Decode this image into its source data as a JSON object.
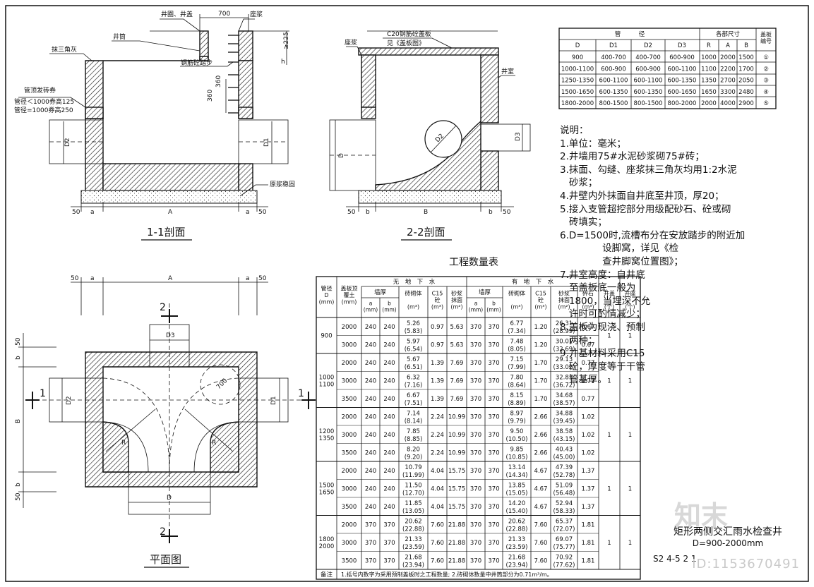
{
  "section11": {
    "title": "1-1剖面",
    "labels": {
      "manhole_cover": "井圈、井盖",
      "seat_mortar": "座浆",
      "shaft": "井筒",
      "triangle": "抹三角灰",
      "ladder": "钢筋砼踏步",
      "arch_title": "管顶发砖券",
      "arch_1": "管径＜1000券高125",
      "arch_2": "管径=1000券高250",
      "slurry": "原浆稳固",
      "dim_700": "700",
      "dim_225": "≥225",
      "dim_h": "h",
      "dim_360a": "360",
      "dim_360b": "360",
      "d2": "D2",
      "d1": "D1",
      "dim_50l": "50",
      "dim_a1": "a",
      "dim_A": "A",
      "dim_a2": "a",
      "dim_50r": "50"
    }
  },
  "section22": {
    "title": "2-2剖面",
    "labels": {
      "slab": "C20钢筋砼盖板",
      "slab_ref": "见《盖板图》",
      "seat_mortar": "座浆",
      "chamber": "井室",
      "d2": "D2",
      "d3": "D3",
      "d": "D",
      "dim_50l": "50",
      "dim_b1": "b",
      "dim_B": "B",
      "dim_b2": "b",
      "dim_50r": "50"
    }
  },
  "plan": {
    "title": "平面图",
    "labels": {
      "cut1l": "1",
      "cut1r": "1",
      "cut2t": "2",
      "cut2b": "2",
      "d3": "D3",
      "d2": "D2",
      "d1": "D1",
      "d": "D",
      "r1": "R",
      "r2": "R",
      "dim_700": "700",
      "dim_50a": "50",
      "dim_a1": "a",
      "dim_A": "A",
      "dim_a2": "a",
      "dim_50b": "50",
      "dim_B": "B",
      "dim_b1": "b",
      "dim_b2": "b",
      "dim_50c": "50",
      "dim_50d": "50"
    }
  },
  "sizes_table": {
    "h_pipe": "管　　　径",
    "h_size": "各部尺寸",
    "h_slab": "盖板\n编号",
    "cols": [
      "D",
      "D1",
      "D2",
      "D3",
      "R",
      "A",
      "B"
    ],
    "rows": [
      [
        "900",
        "400-700",
        "400-700",
        "600-900",
        "1000",
        "2000",
        "1500",
        "①"
      ],
      [
        "1000-1100",
        "600-900",
        "600-900",
        "600-1100",
        "1100",
        "2200",
        "1700",
        "②"
      ],
      [
        "1250-1350",
        "600-1100",
        "600-1100",
        "600-1350",
        "1350",
        "2700",
        "2050",
        "③"
      ],
      [
        "1500-1650",
        "600-1350",
        "600-1350",
        "600-1650",
        "1650",
        "3300",
        "2480",
        "④"
      ],
      [
        "1800-2000",
        "800-1500",
        "800-1500",
        "800-2000",
        "2000",
        "4000",
        "2900",
        "⑤"
      ]
    ]
  },
  "notes": [
    "说明：",
    "1.单位：毫米；",
    "2.井墙用75#水泥砂浆砌75#砖；",
    "3.抹面、勾缝、座浆抹三角灰均用1:2水泥",
    "   砂浆；",
    "4.井壁内外抹面自井底至井顶，厚20；",
    "5.接入支管超挖部分用级配砂石、砼或砌",
    "   砖填实；",
    "6.D=1500时,流槽布分在安放踏步的附近加",
    "              设脚窝，详见《检",
    "              查井脚窝位置图》；",
    "7.井室高度：自井底",
    "   至盖板底一般为",
    "   1800，当埋深不允",
    "   许时可酌情减少；",
    "8.盖板为现浇、预制",
    "   两种；",
    "9.井基材料采用C15",
    "   砼，厚度等于干管",
    "   管基厚。"
  ],
  "quantity_table": {
    "title": "工程数量表",
    "h_dia": "管径\nD\n(mm)",
    "h_cover": "盖板顶\n覆土\n(mm)",
    "h_nowater": "无　地　下　水",
    "h_water": "有　地　下　水",
    "h_wall": "墙厚",
    "h_a": "a\n(mm)",
    "h_b": "b\n(mm)",
    "h_brick": "砖砌体\n\n(m³)",
    "h_c15": "C15\n砼\n(m³)",
    "h_mortar": "砂浆\n抹面\n(m²)",
    "h_gravel": "碎石\n\n(m³)",
    "h_ring": "井盖\n\n(个)",
    "h_seat": "井座\n\n(个)",
    "groups": [
      {
        "d": "900",
        "rows": [
          [
            "2000",
            "240",
            "240",
            "5.26",
            "(5.83)",
            "0.97",
            "5.63",
            "370",
            "370",
            "6.77",
            "(7.34)",
            "1.20",
            "26.31",
            "(28.99)",
            "0.67"
          ],
          [
            "3000",
            "240",
            "240",
            "5.97",
            "(6.54)",
            "0.97",
            "5.63",
            "370",
            "370",
            "7.48",
            "(8.05)",
            "1.20",
            "30.01",
            "(32.69)",
            "0.67"
          ]
        ]
      },
      {
        "d": "1000\n1100",
        "rows": [
          [
            "2000",
            "240",
            "240",
            "5.67",
            "(6.51)",
            "1.39",
            "7.69",
            "370",
            "370",
            "7.15",
            "(7.99)",
            "1.70",
            "29.13",
            "(33.02)",
            "0.77"
          ],
          [
            "3000",
            "240",
            "240",
            "6.32",
            "(7.16)",
            "1.39",
            "7.69",
            "370",
            "370",
            "7.80",
            "(8.64)",
            "1.70",
            "32.83",
            "(36.72)",
            "0.77"
          ],
          [
            "3500",
            "240",
            "240",
            "6.67",
            "(7.51)",
            "1.39",
            "7.69",
            "370",
            "370",
            "8.15",
            "(8.89)",
            "1.70",
            "34.68",
            "(38.57)",
            "0.77"
          ]
        ]
      },
      {
        "d": "1200\n1350",
        "rows": [
          [
            "2000",
            "240",
            "240",
            "7.14",
            "(8.14)",
            "2.24",
            "10.99",
            "370",
            "370",
            "8.97",
            "(9.79)",
            "2.66",
            "34.88",
            "(39.45)",
            "1.02"
          ],
          [
            "3000",
            "240",
            "240",
            "7.85",
            "(8.85)",
            "2.24",
            "10.99",
            "370",
            "370",
            "9.50",
            "(10.50)",
            "2.66",
            "38.58",
            "(43.15)",
            "1.02"
          ],
          [
            "3500",
            "240",
            "240",
            "8.20",
            "(9.20)",
            "2.24",
            "10.99",
            "370",
            "370",
            "9.85",
            "(10.85)",
            "2.66",
            "40.43",
            "(45.00)",
            "1.02"
          ]
        ]
      },
      {
        "d": "1500\n1650",
        "rows": [
          [
            "2000",
            "240",
            "240",
            "10.79",
            "(11.99)",
            "4.04",
            "15.75",
            "370",
            "370",
            "13.14",
            "(14.34)",
            "4.67",
            "47.39",
            "(52.78)",
            "1.37"
          ],
          [
            "3000",
            "240",
            "240",
            "11.50",
            "(12.70)",
            "4.04",
            "15.75",
            "370",
            "370",
            "13.85",
            "(15.05)",
            "4.67",
            "51.09",
            "(56.48)",
            "1.37"
          ],
          [
            "3500",
            "240",
            "240",
            "11.85",
            "(13.05)",
            "4.04",
            "15.75",
            "370",
            "370",
            "14.20",
            "(15.40)",
            "4.67",
            "52.94",
            "(58.33)",
            "1.37"
          ]
        ]
      },
      {
        "d": "1800\n2000",
        "rows": [
          [
            "2000",
            "370",
            "370",
            "20.62",
            "(22.88)",
            "7.60",
            "21.88",
            "370",
            "370",
            "20.62",
            "(22.88)",
            "7.60",
            "65.37",
            "(72.07)",
            "1.81"
          ],
          [
            "3000",
            "370",
            "370",
            "21.33",
            "(23.59)",
            "7.60",
            "21.88",
            "370",
            "370",
            "21.33",
            "(23.59)",
            "7.60",
            "69.07",
            "(75.77)",
            "1.81"
          ],
          [
            "3500",
            "370",
            "370",
            "21.68",
            "(23.94)",
            "7.60",
            "21.88",
            "370",
            "370",
            "21.68",
            "(23.94)",
            "7.60",
            "70.92",
            "(77.62)",
            "1.81"
          ]
        ]
      }
    ],
    "ring_count": "1",
    "seat_count": "1",
    "footnote_label": "备注",
    "footnote": "1.括号内数字为采用预制盖板时之工程数量; 2.砖砌体数量中井筒部分为0.71m³/m。"
  },
  "title_block": {
    "title": "矩形两侧交汇雨水检查井",
    "subtitle": "D=900-2000mm",
    "code": "S2  4-5     2  1"
  },
  "watermark": {
    "brand": "知末",
    "id": "ID:1153670491"
  }
}
